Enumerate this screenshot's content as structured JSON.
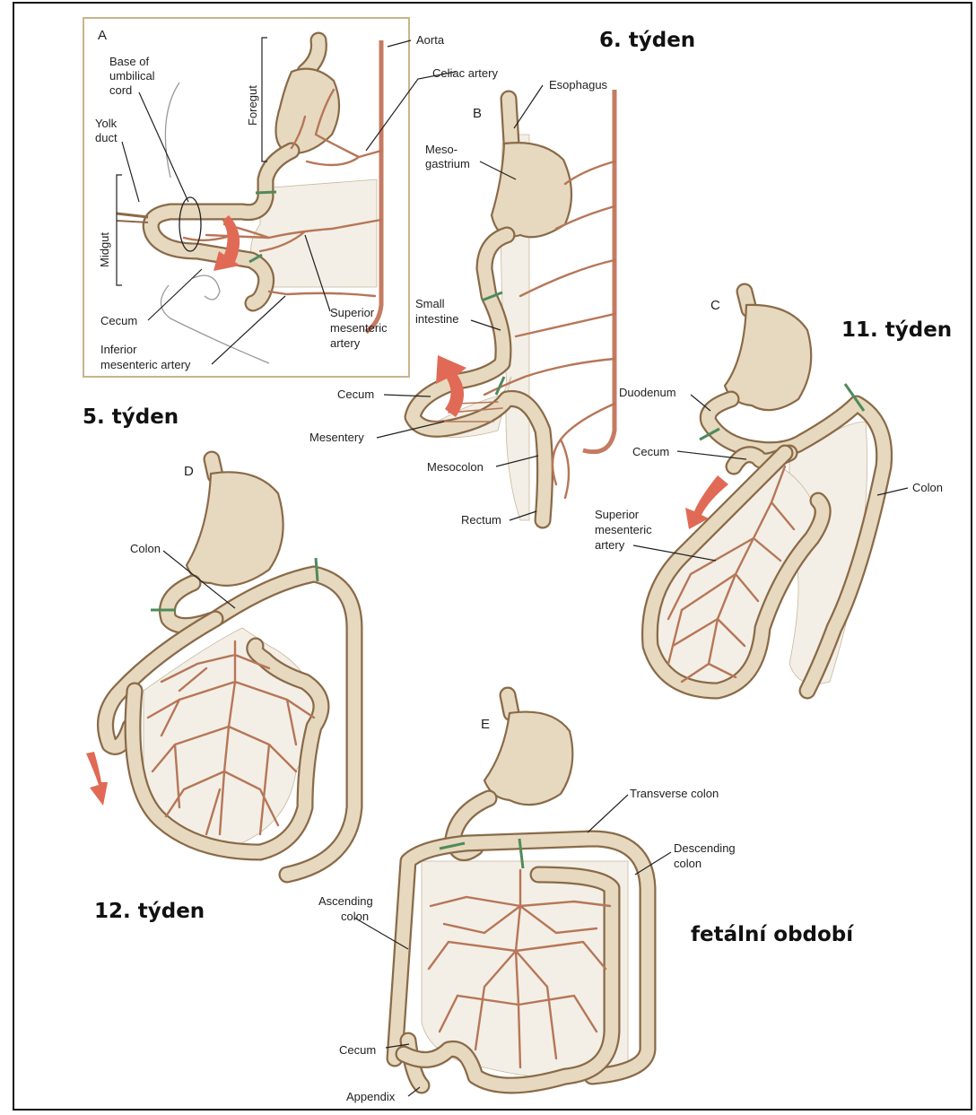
{
  "colors": {
    "gut": "#e6d9bf",
    "gut_outline": "#8a6a48",
    "artery": "#b77658",
    "aorta": "#c57b62",
    "cut_mark": "#4f8a5a",
    "rotation_arrow": "#e06a55",
    "panel_border": "#c9b48a"
  },
  "panels": {
    "A": {
      "letter": "A",
      "week": "5. týden",
      "labels": {
        "aorta": "Aorta",
        "celiac": "Celiac artery",
        "base1": "Base of",
        "base2": "umbilical",
        "base3": "cord",
        "yolk1": "Yolk",
        "yolk2": "duct",
        "foregut": "Foregut",
        "midgut": "Midgut",
        "cecum": "Cecum",
        "sma1": "Superior",
        "sma2": "mesenteric",
        "sma3": "artery",
        "ima1": "Inferior",
        "ima2": "mesenteric artery"
      }
    },
    "B": {
      "letter": "B",
      "week": "6. týden",
      "labels": {
        "esophagus": "Esophagus",
        "meso1": "Meso-",
        "meso2": "gastrium",
        "small1": "Small",
        "small2": "intestine",
        "cecum": "Cecum",
        "mesentery": "Mesentery",
        "mesocolon": "Mesocolon",
        "rectum": "Rectum"
      }
    },
    "C": {
      "letter": "C",
      "week": "11. týden",
      "labels": {
        "duodenum": "Duodenum",
        "cecum": "Cecum",
        "colon": "Colon",
        "sma1": "Superior",
        "sma2": "mesenteric",
        "sma3": "artery"
      }
    },
    "D": {
      "letter": "D",
      "week": "12. týden",
      "labels": {
        "colon": "Colon"
      }
    },
    "E": {
      "letter": "E",
      "week": "fetální období",
      "labels": {
        "transverse": "Transverse colon",
        "desc1": "Descending",
        "desc2": "colon",
        "asc1": "Ascending",
        "asc2": "colon",
        "cecum": "Cecum",
        "appendix": "Appendix"
      }
    }
  }
}
